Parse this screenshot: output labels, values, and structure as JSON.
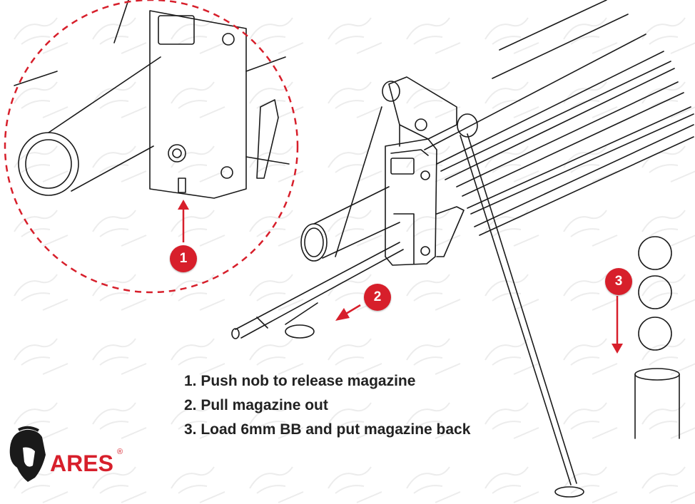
{
  "colors": {
    "accent_red": "#d71f2b",
    "line": "#1a1a1a",
    "text": "#222222",
    "watermark": "#ececec"
  },
  "steps": [
    "1. Push nob to release magazine",
    "2. Pull magazine out",
    "3. Load 6mm BB and put magazine back"
  ],
  "markers": {
    "m1": "1",
    "m2": "2",
    "m3": "3"
  },
  "logo": {
    "text": "ARES",
    "registered": "®"
  },
  "icons": {
    "detail_zoom": "dashed-circle-magnifier",
    "arrow1": "arrow-up",
    "arrow2": "arrow-down-left",
    "arrow3": "arrow-down",
    "bb": "circle",
    "helmet": "spartan-helmet-icon"
  }
}
